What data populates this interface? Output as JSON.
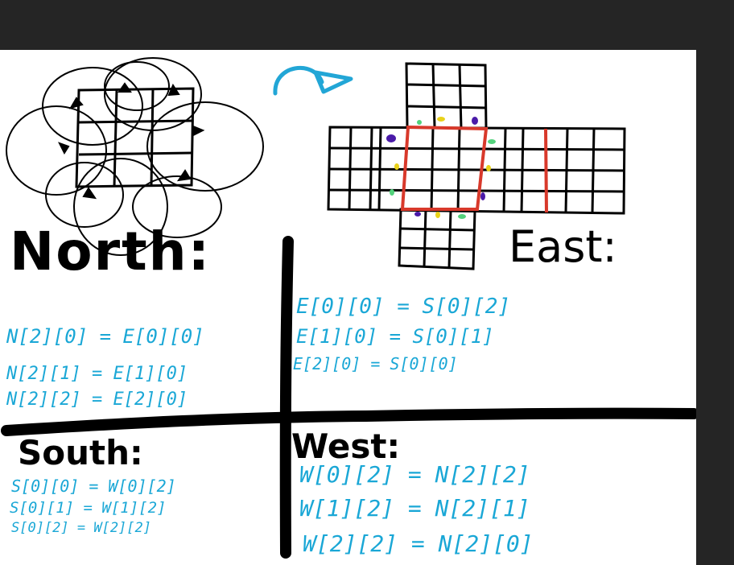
{
  "headings": {
    "north": "North:",
    "east": "East:",
    "south": "South:",
    "west": "West:"
  },
  "equations": {
    "north": [
      "N[2][0] = E[0][0]",
      "N[2][1] = E[1][0]",
      "N[2][2] = E[2][0]"
    ],
    "east": [
      "E[0][0] = S[0][2]",
      "E[1][0] = S[0][1]",
      "E[2][0] = S[0][0]"
    ],
    "south": [
      "S[0][0] = W[0][2]",
      "S[0][1] = W[1][2]",
      "S[0][2] = W[2][2]"
    ],
    "west": [
      "W[0][2] = N[2][2]",
      "W[1][2] = N[2][1]",
      "W[2][2] = N[2][0]"
    ]
  },
  "colors": {
    "app_background": "#252525",
    "canvas": "#ffffff",
    "ink": "#000000",
    "equation_ink": "#1aa7d6",
    "arrow": "#22a6d6",
    "highlight": "#d8392b",
    "sticker_green": "#53d27c",
    "sticker_yellow": "#e9d21a",
    "sticker_purple": "#4a1aa8"
  },
  "icons": {
    "rotation_arrow": "curved-arrow-icon",
    "scribble": "rotating-face-scribble"
  }
}
